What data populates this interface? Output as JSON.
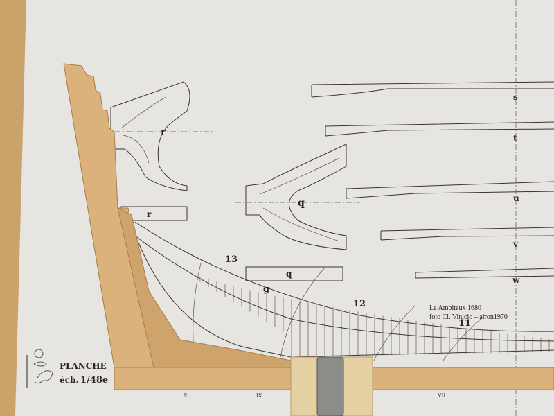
{
  "watermark": {
    "line1": "Le Ambiteux 1680",
    "line2": "foto Ci. Vinicio – airon1970"
  },
  "plate": {
    "title": "PLANCHE",
    "scale_prefix": "éch.",
    "scale_value": "1/48e"
  },
  "section_labels": {
    "r_frame": "r",
    "r_plan": "r",
    "q_frame": "q",
    "q_plan": "q",
    "g": "g",
    "s": "s",
    "t": "t",
    "u": "u",
    "v": "v",
    "w": "w"
  },
  "station_numbers": [
    "13",
    "12",
    "11"
  ],
  "roman_marks": [
    "X",
    "IX",
    "VII"
  ],
  "colors": {
    "wall": "#c9a36a",
    "paper": "#e6e4e0",
    "wood": "#d9ae78",
    "wood_dark": "#b98a55",
    "clamp_block": "#e2cfa0",
    "clamp_metal": "#8a8a86"
  }
}
